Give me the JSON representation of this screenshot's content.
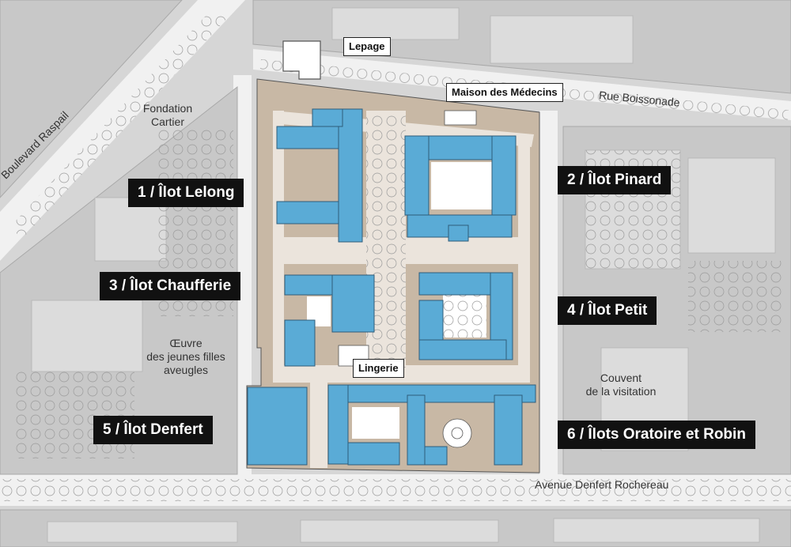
{
  "colors": {
    "background": "#d8d8d8",
    "building": "#c9c9c9",
    "site": "#c9b9a6",
    "site_path": "#ebe4dc",
    "highlight": "#5aabd6",
    "street": "#f2f2f2",
    "label_dark": "#111111",
    "label_white": "#ffffff"
  },
  "ilots": [
    {
      "id": "1",
      "label": "1 / Îlot Lelong"
    },
    {
      "id": "2",
      "label": "2 / Îlot Pinard"
    },
    {
      "id": "3",
      "label": "3 / Îlot Chaufferie"
    },
    {
      "id": "4",
      "label": "4 / Îlot Petit"
    },
    {
      "id": "5",
      "label": "5 / Îlot Denfert"
    },
    {
      "id": "6",
      "label": "6 / Îlots Oratoire et Robin"
    }
  ],
  "buildings": {
    "lepage": "Lepage",
    "maison": "Maison des Médecins",
    "lingerie": "Lingerie"
  },
  "places": {
    "fondation": [
      "Fondation",
      "Cartier"
    ],
    "oeuvre": [
      "Œuvre",
      "des jeunes filles",
      "aveugles"
    ],
    "couvent": [
      "Couvent",
      "de la visitation"
    ]
  },
  "streets": {
    "raspail": "Boulevard Raspail",
    "boissonade": "Rue Boissonade",
    "denfert": "Avenue Denfert Rochereau"
  }
}
